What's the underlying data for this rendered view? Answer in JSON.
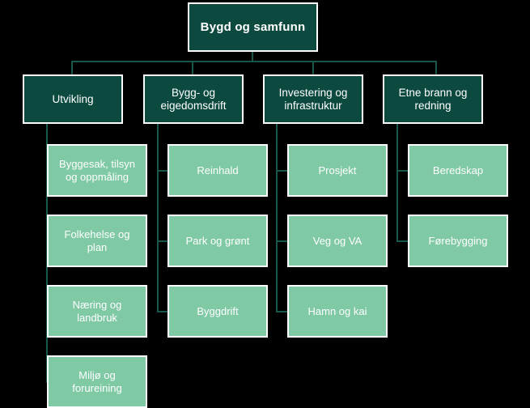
{
  "diagram": {
    "title": "Bygd og samfunn",
    "type": "organizational-chart",
    "language": "nn-NO",
    "colors": {
      "background": "#000000",
      "level0_fill": "#0c4a40",
      "level1_fill": "#0c4a40",
      "level2_fill": "#7fc9a5",
      "node_border": "#ffffff",
      "connector": "#18584c",
      "text": "#ffffff"
    },
    "root": {
      "label": "Bygd og samfunn"
    },
    "branches": [
      {
        "label": "Utvikling",
        "children": [
          {
            "label": "Byggesak, tilsyn og oppmåling"
          },
          {
            "label": "Folkehelse og plan"
          },
          {
            "label": "Næring og landbruk"
          },
          {
            "label": "Miljø og forureining"
          }
        ]
      },
      {
        "label": "Bygg- og eigedomsdrift",
        "children": [
          {
            "label": "Reinhald"
          },
          {
            "label": "Park og grønt"
          },
          {
            "label": "Byggdrift"
          }
        ]
      },
      {
        "label": "Investering og infrastruktur",
        "children": [
          {
            "label": "Prosjekt"
          },
          {
            "label": "Veg og VA"
          },
          {
            "label": "Hamn og kai"
          }
        ]
      },
      {
        "label": "Etne brann og redning",
        "children": [
          {
            "label": "Beredskap"
          },
          {
            "label": "Førebygging"
          }
        ]
      }
    ]
  }
}
